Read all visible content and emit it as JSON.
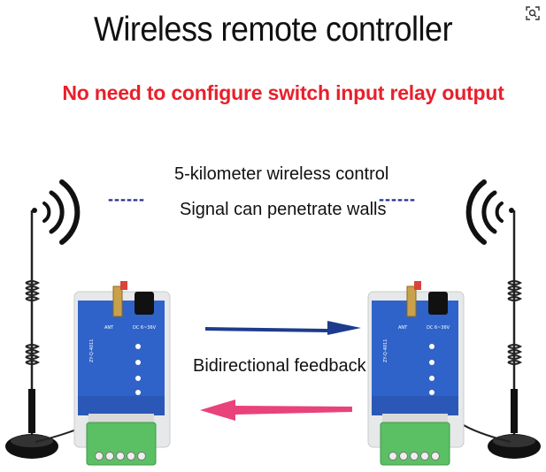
{
  "title": "Wireless remote controller",
  "subtitle": "No need to configure switch input relay output",
  "captions": {
    "range": "5-kilometer wireless control",
    "walls": "Signal can penetrate walls",
    "feedback": "Bidirectional feedback"
  },
  "dashes": {
    "left": "------",
    "right": "------"
  },
  "colors": {
    "subtitle": "#e8202a",
    "dash": "#1f2d8a",
    "arrow_forward": "#1d3c8c",
    "arrow_back": "#e8437a",
    "module_body": "#2f63c9",
    "terminal": "#5bbf63",
    "antenna_band": "#d8443a"
  },
  "icons": {
    "zoom": "zoom-scan-icon",
    "signal": "wifi-waves-icon"
  }
}
